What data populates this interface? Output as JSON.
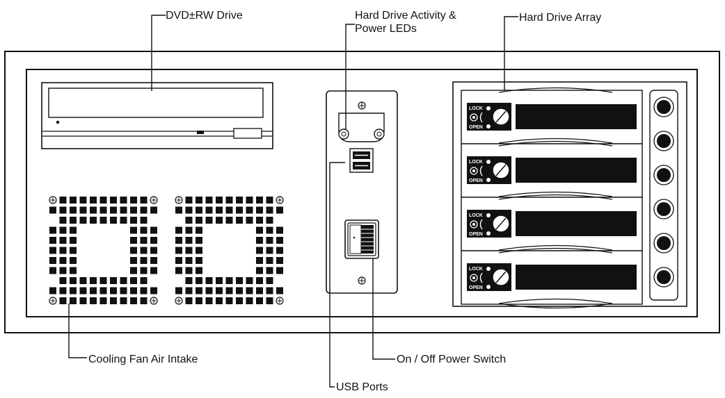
{
  "labels": {
    "dvd_drive": "DVD±RW Drive",
    "activity_leds": "Hard Drive Activity & Power LEDs",
    "drive_array": "Hard Drive Array",
    "fan_intake": "Cooling Fan Air Intake",
    "power_switch": "On / Off Power Switch",
    "usb_ports": "USB Ports"
  },
  "drive_tray": {
    "lock_text": "LOCK",
    "open_text": "OPEN",
    "count": 4
  },
  "status_lights": {
    "count": 6
  },
  "colors": {
    "line": "#111111",
    "fill_dark": "#0a0a0a",
    "background": "#ffffff"
  }
}
